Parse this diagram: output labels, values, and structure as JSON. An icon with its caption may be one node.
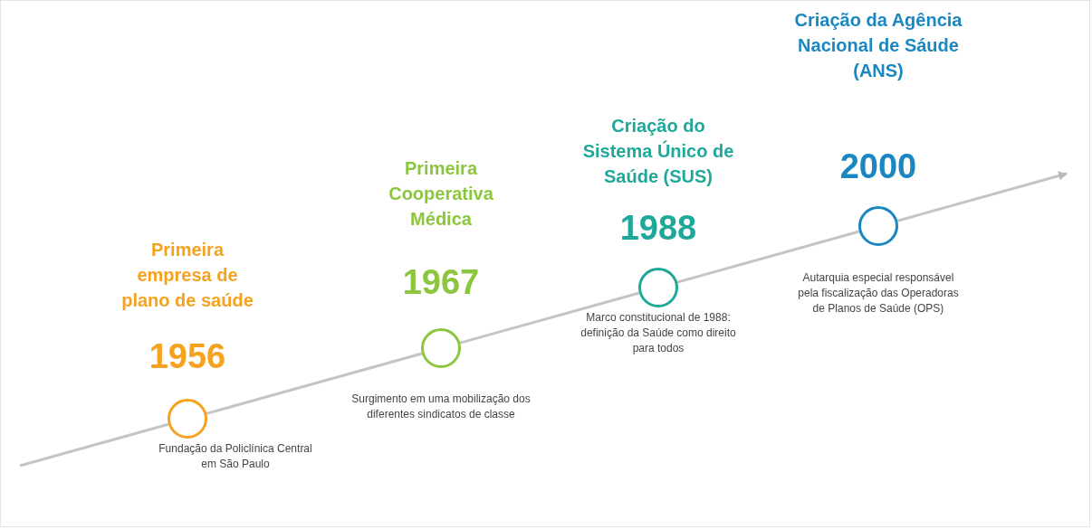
{
  "diagram": {
    "nodes": [
      {
        "text": [],
        "shape": "circle"
      },
      {
        "text": [],
        "shape": "circle"
      },
      {
        "text": [],
        "shape": "circle"
      },
      {
        "text": [],
        "shape": "circle"
      }
    ],
    "edges": [
      {
        "from": null,
        "to": 0,
        "arrow": "none"
      },
      {
        "from": 0,
        "to": 1,
        "arrow": "none"
      },
      {
        "from": 1,
        "to": 2,
        "arrow": "none"
      },
      {
        "from": 2,
        "to": 3,
        "arrow": "none"
      },
      {
        "from": 3,
        "to": null,
        "arrow": "to"
      }
    ],
    "labels": [
      "Primeira empresa de plano de saúde",
      "1956",
      "Fundação da Policlínica Central em São Paulo",
      "Primeira Cooperativa Médica",
      "1967",
      "Surgimento em uma mobilização dos diferentes sindicatos de classe",
      "Criação do Sistema Único de Saúde (SUS)",
      "1988",
      "Marco constitucional de 1988: definição da Saúde como direito para todos",
      "Criação da Agência Nacional de Sáude (ANS)",
      "2000",
      "Autarquia especial responsável pela fiscalização das Operadoras de Planos de Saúde (OPS)"
    ]
  }
}
